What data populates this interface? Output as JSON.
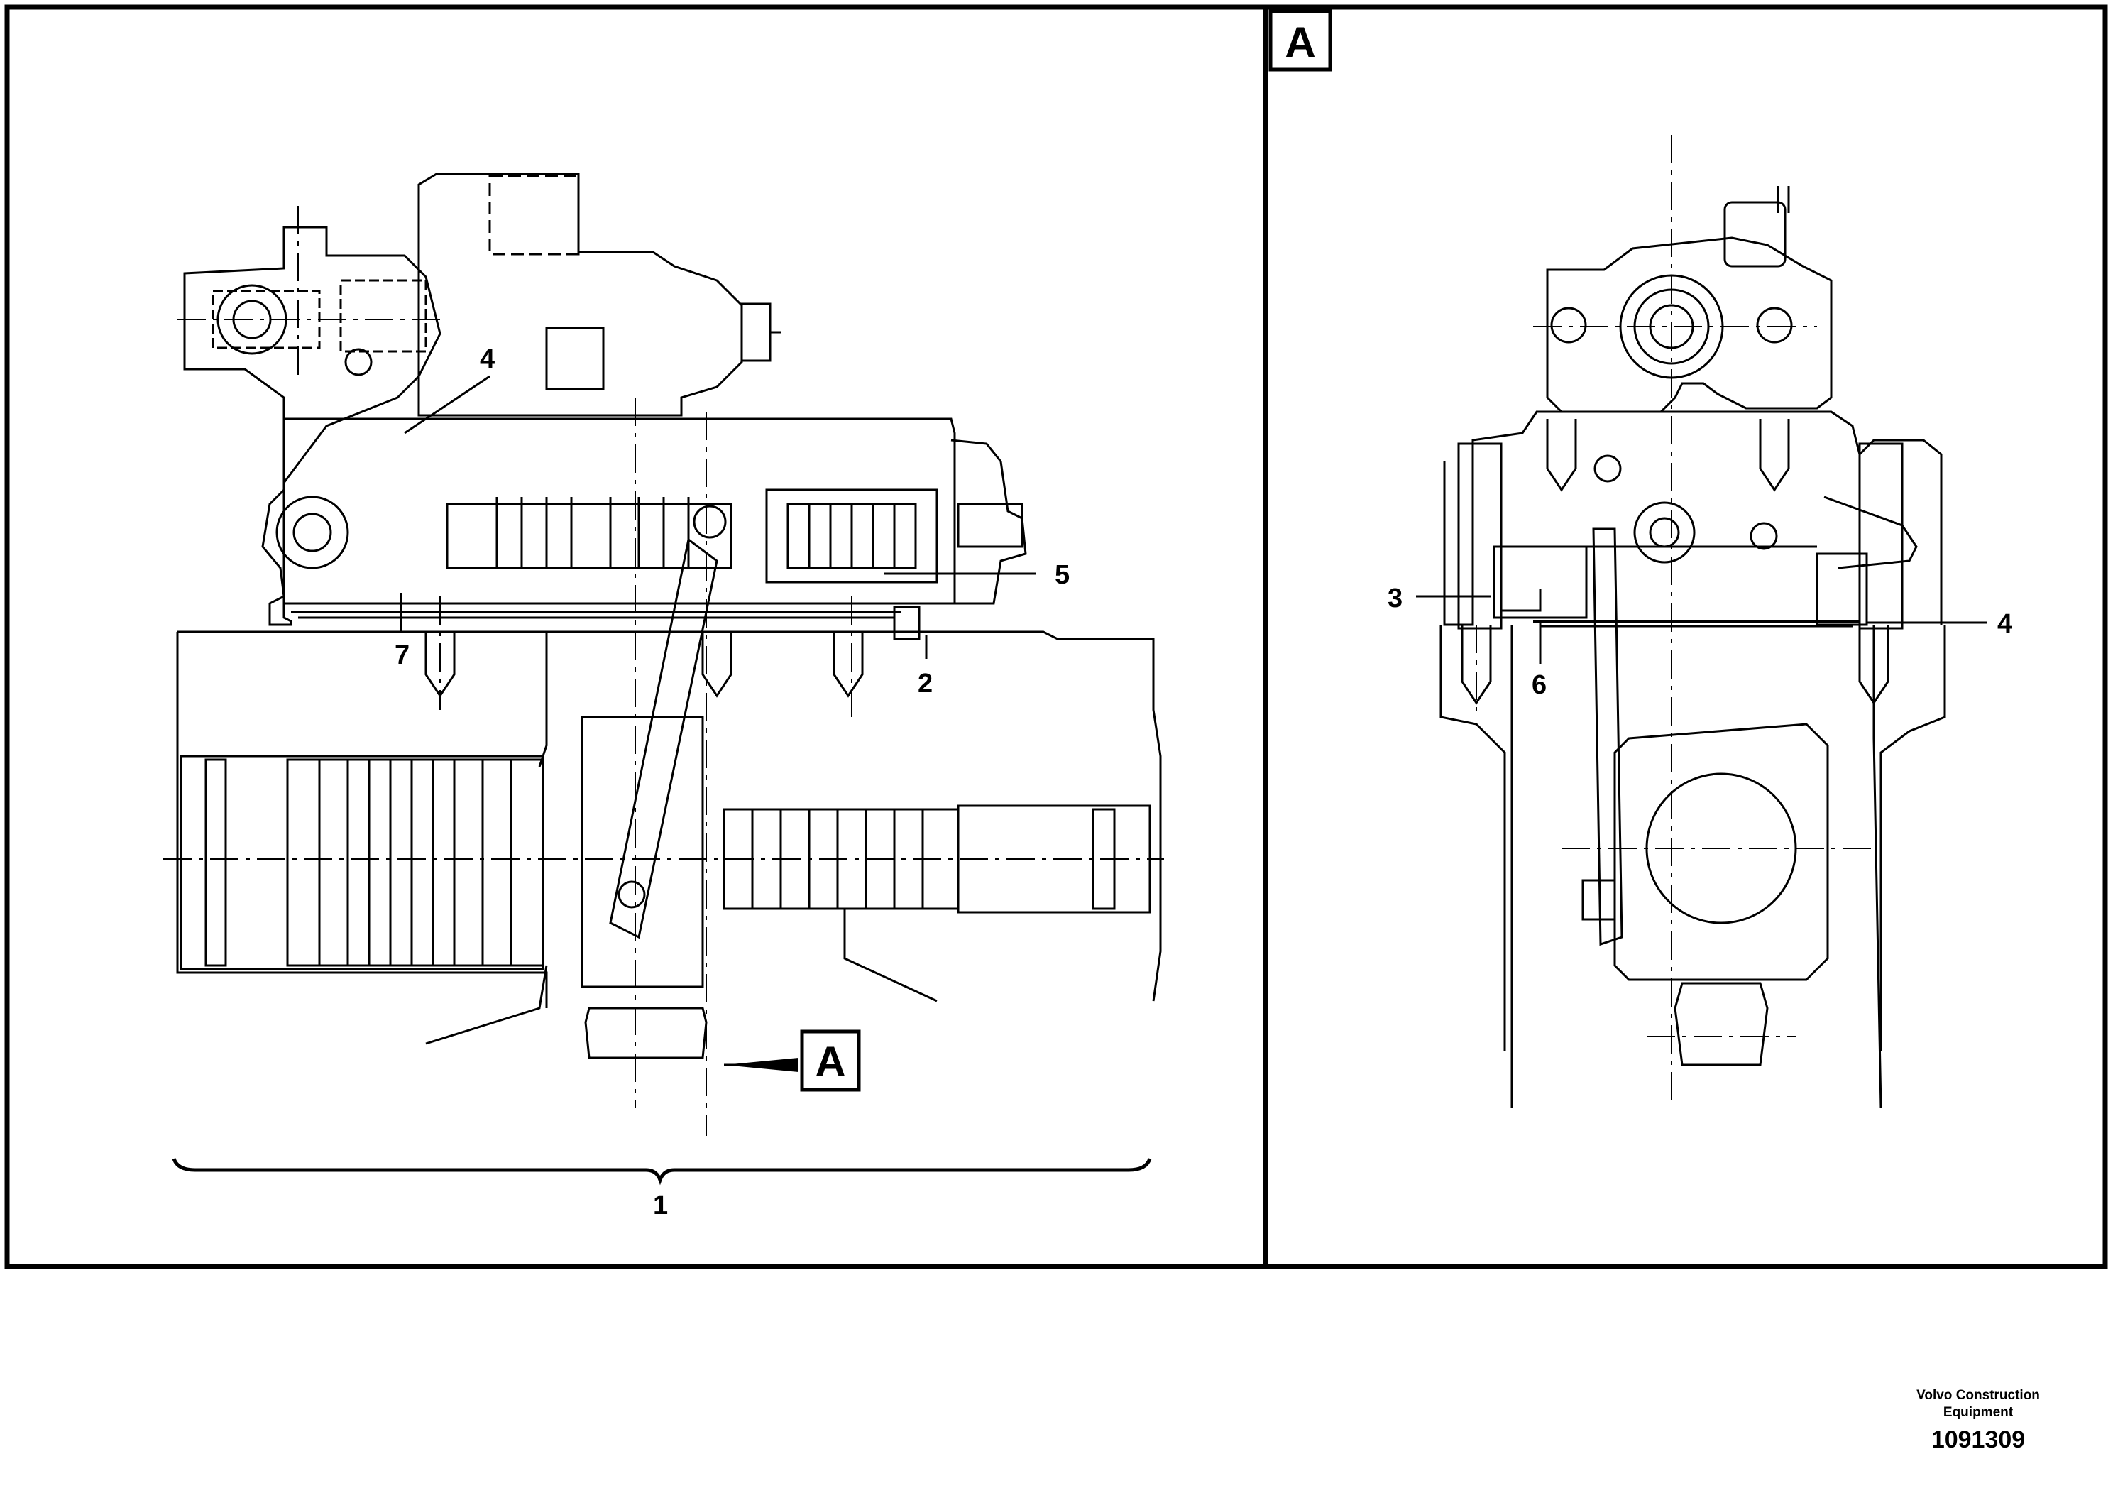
{
  "main_view": {
    "callouts": [
      "4",
      "5",
      "7",
      "2",
      "1"
    ],
    "section_marker": "A"
  },
  "detail_view": {
    "label": "A",
    "callouts": [
      "3",
      "6",
      "4"
    ]
  },
  "footer": {
    "company_line1": "Volvo Construction",
    "company_line2": "Equipment",
    "drawing_number": "1091309"
  }
}
